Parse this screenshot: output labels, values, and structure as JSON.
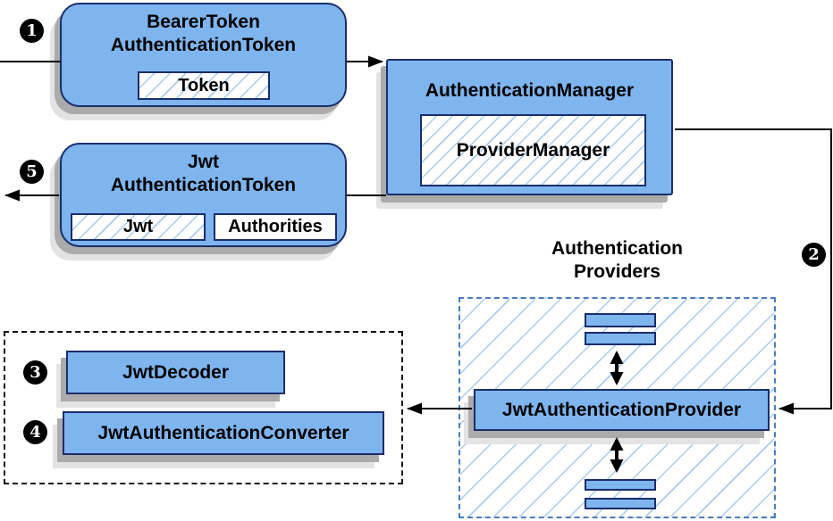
{
  "diagram": {
    "steps": {
      "step1": "1",
      "step2": "2",
      "step3": "3",
      "step4": "4",
      "step5": "5"
    },
    "bearer": {
      "title1": "BearerToken",
      "title2": "AuthenticationToken",
      "chip": "Token"
    },
    "manager": {
      "title": "AuthenticationManager",
      "chip": "ProviderManager"
    },
    "jwt": {
      "title1": "Jwt",
      "title2": "AuthenticationToken",
      "chip1": "Jwt",
      "chip2": "Authorities"
    },
    "providers": {
      "label1": "Authentication",
      "label2": "Providers",
      "provider": "JwtAuthenticationProvider"
    },
    "converters": {
      "decoder": "JwtDecoder",
      "converter": "JwtAuthenticationConverter"
    },
    "colors": {
      "box_fill": "#7fb5ef",
      "box_border": "#1a2d6b",
      "hatch_line": "#aacbee",
      "providers_dash_border": "#4b7bbd",
      "connector": "#000000",
      "shadow": "#ababab",
      "badge_bg": "#000000",
      "badge_text": "#ffffff"
    }
  }
}
